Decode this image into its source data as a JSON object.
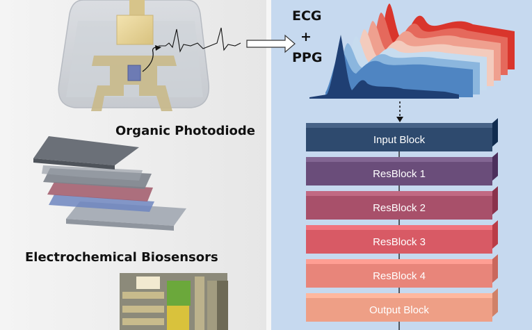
{
  "captions": {
    "organic_photodiode": "Organic Photodiode",
    "electrochemical_biosensors": "Electrochemical Biosensors"
  },
  "signals": {
    "line1": "ECG",
    "line2": "+",
    "line3": "PPG"
  },
  "network_blocks": [
    {
      "label": "Input Block",
      "color": "#2e4a6e"
    },
    {
      "label": "ResBlock 1",
      "color": "#6a4d7a"
    },
    {
      "label": "ResBlock 2",
      "color": "#a8506a"
    },
    {
      "label": "ResBlock 3",
      "color": "#d85a65"
    },
    {
      "label": "ResBlock 4",
      "color": "#e8857a"
    },
    {
      "label": "Output Block",
      "color": "#ee9f86"
    }
  ],
  "colors": {
    "right_panel_bg": "#c6d9ef",
    "left_panel_bg": "#ececec",
    "waveform_front": "#1f3f73",
    "waveform_back": "#d9352c"
  }
}
